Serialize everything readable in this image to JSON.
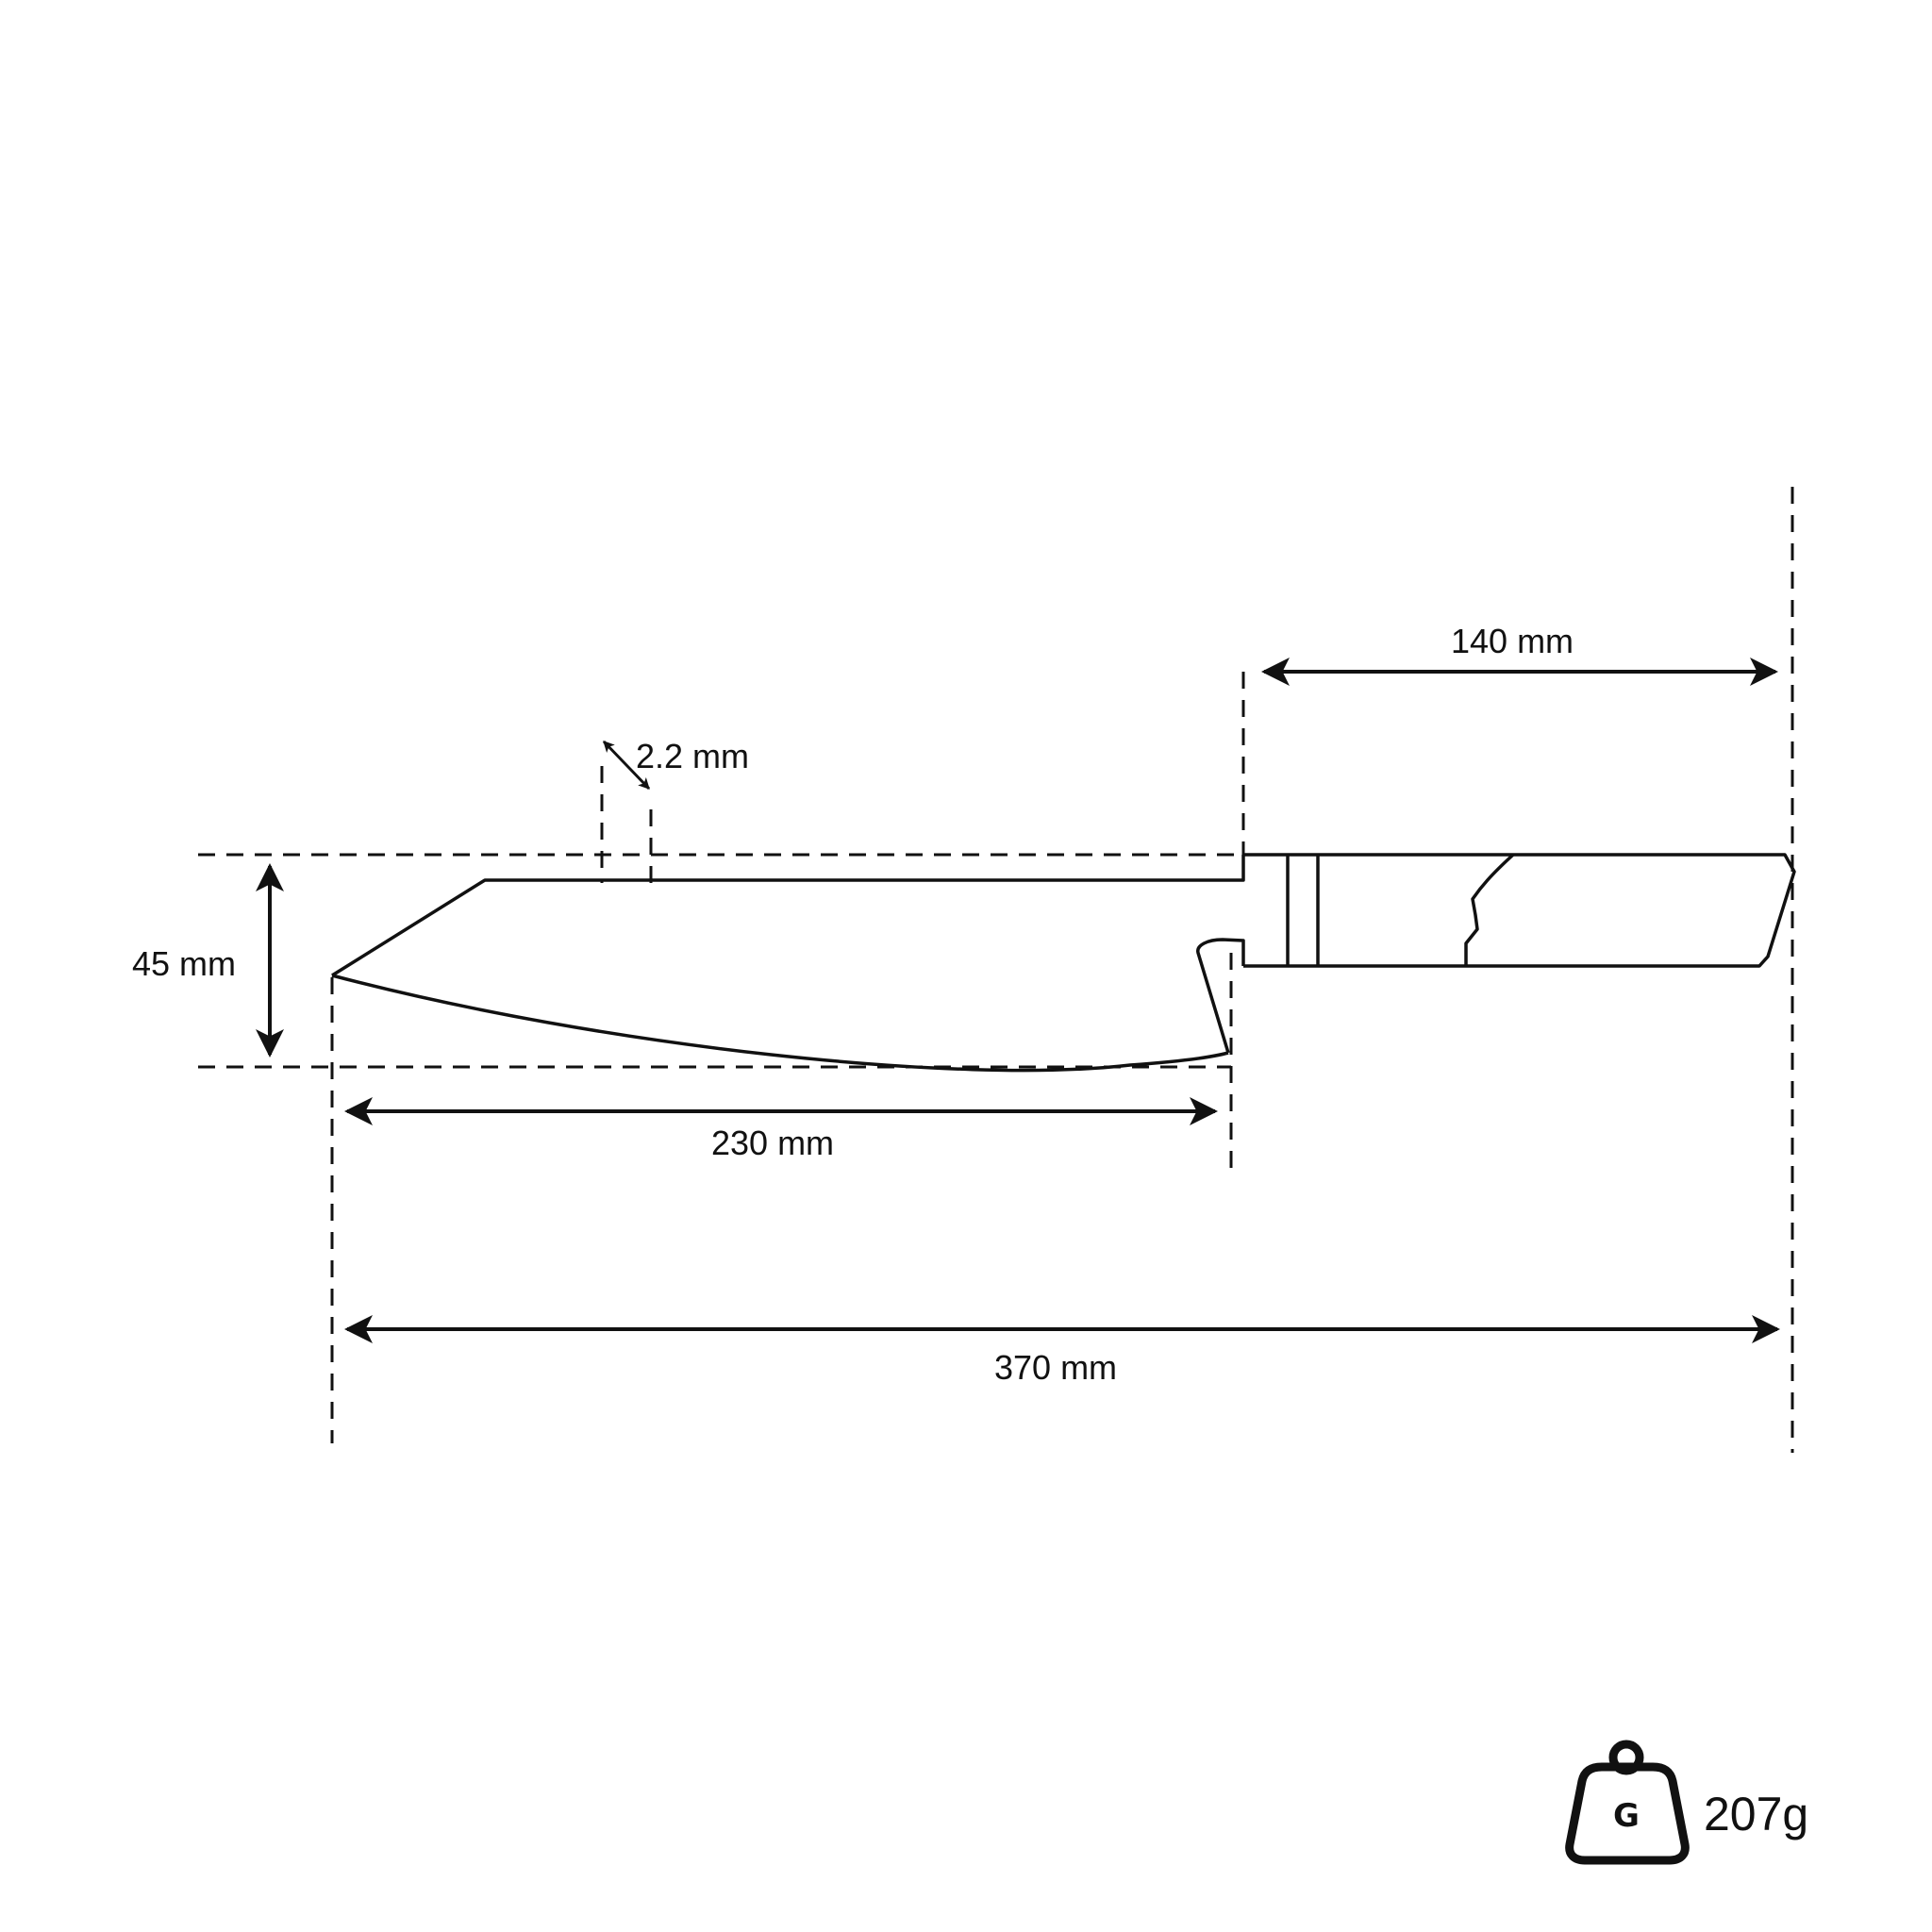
{
  "diagram": {
    "type": "knife-dimension-drawing",
    "colors": {
      "line": "#111111",
      "background": "#ffffff"
    },
    "dimensions": {
      "handle_length": "140 mm",
      "blade_thickness": "2.2 mm",
      "blade_height": "45 mm",
      "blade_length": "230 mm",
      "overall_length": "370 mm"
    },
    "weight": {
      "icon": "weight-icon",
      "icon_letter": "G",
      "value": "207g"
    }
  }
}
